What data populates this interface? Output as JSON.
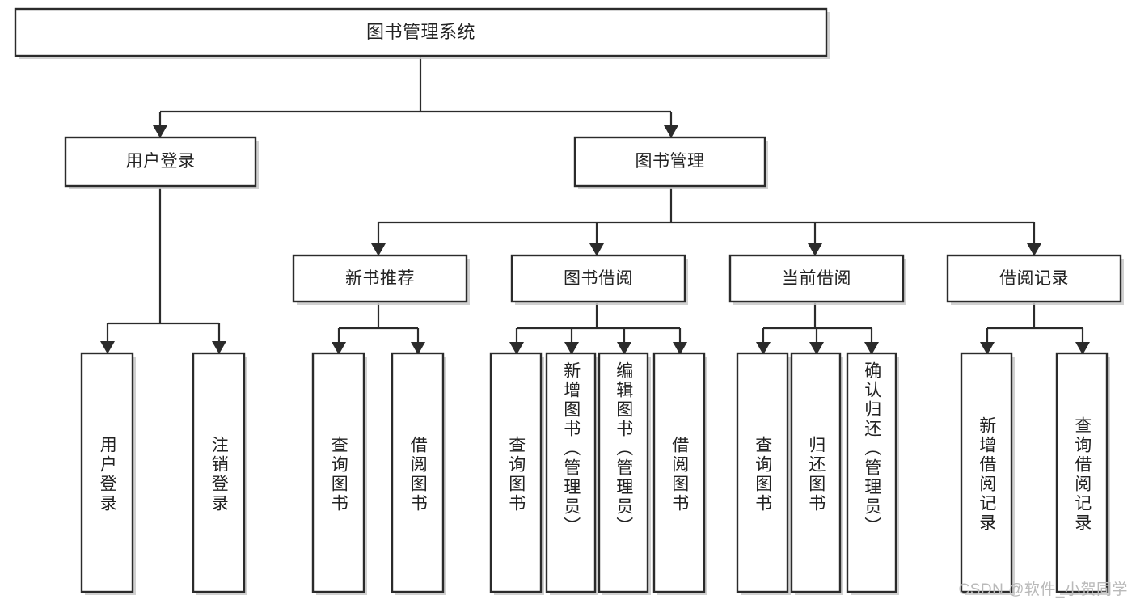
{
  "diagram": {
    "title": "图书管理系统",
    "type": "tree-hierarchy",
    "root": {
      "label": "图书管理系统"
    },
    "level1": [
      {
        "label": "用户登录"
      },
      {
        "label": "图书管理"
      }
    ],
    "level2": [
      {
        "label": "新书推荐"
      },
      {
        "label": "图书借阅"
      },
      {
        "label": "当前借阅"
      },
      {
        "label": "借阅记录"
      }
    ],
    "leaves": {
      "user_login": [
        {
          "label": "用户登录"
        },
        {
          "label": "注销登录"
        }
      ],
      "new_book_recommend": [
        {
          "label": "查询图书"
        },
        {
          "label": "借阅图书"
        }
      ],
      "book_borrow": [
        {
          "label": "查询图书"
        },
        {
          "label": "新增图书（管理员）"
        },
        {
          "label": "编辑图书（管理员）"
        },
        {
          "label": "借阅图书"
        }
      ],
      "current_borrow": [
        {
          "label": "查询图书"
        },
        {
          "label": "归还图书"
        },
        {
          "label": "确认归还（管理员）"
        }
      ],
      "borrow_record": [
        {
          "label": "新增借阅记录"
        },
        {
          "label": "查询借阅记录"
        }
      ]
    }
  },
  "watermark": {
    "text": "CSDN @软件_小贺同学"
  },
  "colors": {
    "stroke": "#2b2b2b",
    "box_fill": "#ffffff",
    "text": "#222222",
    "background": "#ffffff",
    "watermark": "#b9b9b9"
  }
}
